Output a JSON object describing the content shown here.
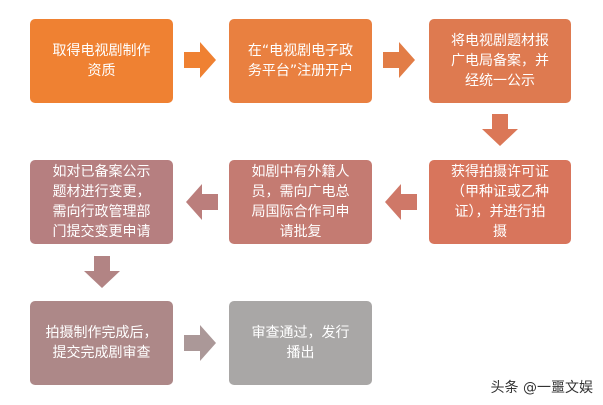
{
  "colors": {
    "orange_dark": "#ef8132",
    "orange_mid": "#e27d46",
    "orange_light": "#d9765e",
    "rose": "#b67f80",
    "mauve": "#ad8888",
    "gray": "#a9a7a6"
  },
  "steps": [
    {
      "text": "取得电视剧制作\n资质"
    },
    {
      "text": "在“电视剧电子政\n务平台”注册开户"
    },
    {
      "text": "将电视剧题材报\n广电局备案，并\n经统一公示"
    },
    {
      "text": "获得拍摄许可证\n（甲种证或乙种\n证），并进行拍\n摄"
    },
    {
      "text": "如剧中有外籍人\n员，需向广电总\n局国际合作司申\n请批复"
    },
    {
      "text": "如对已备案公示\n题材进行变更，\n需向行政管理部\n门提交变更申请"
    },
    {
      "text": "拍摄制作完成后，\n提交完成剧审查"
    },
    {
      "text": "审查通过，发行\n播出"
    }
  ],
  "watermark": "头条 @一噩文娱"
}
